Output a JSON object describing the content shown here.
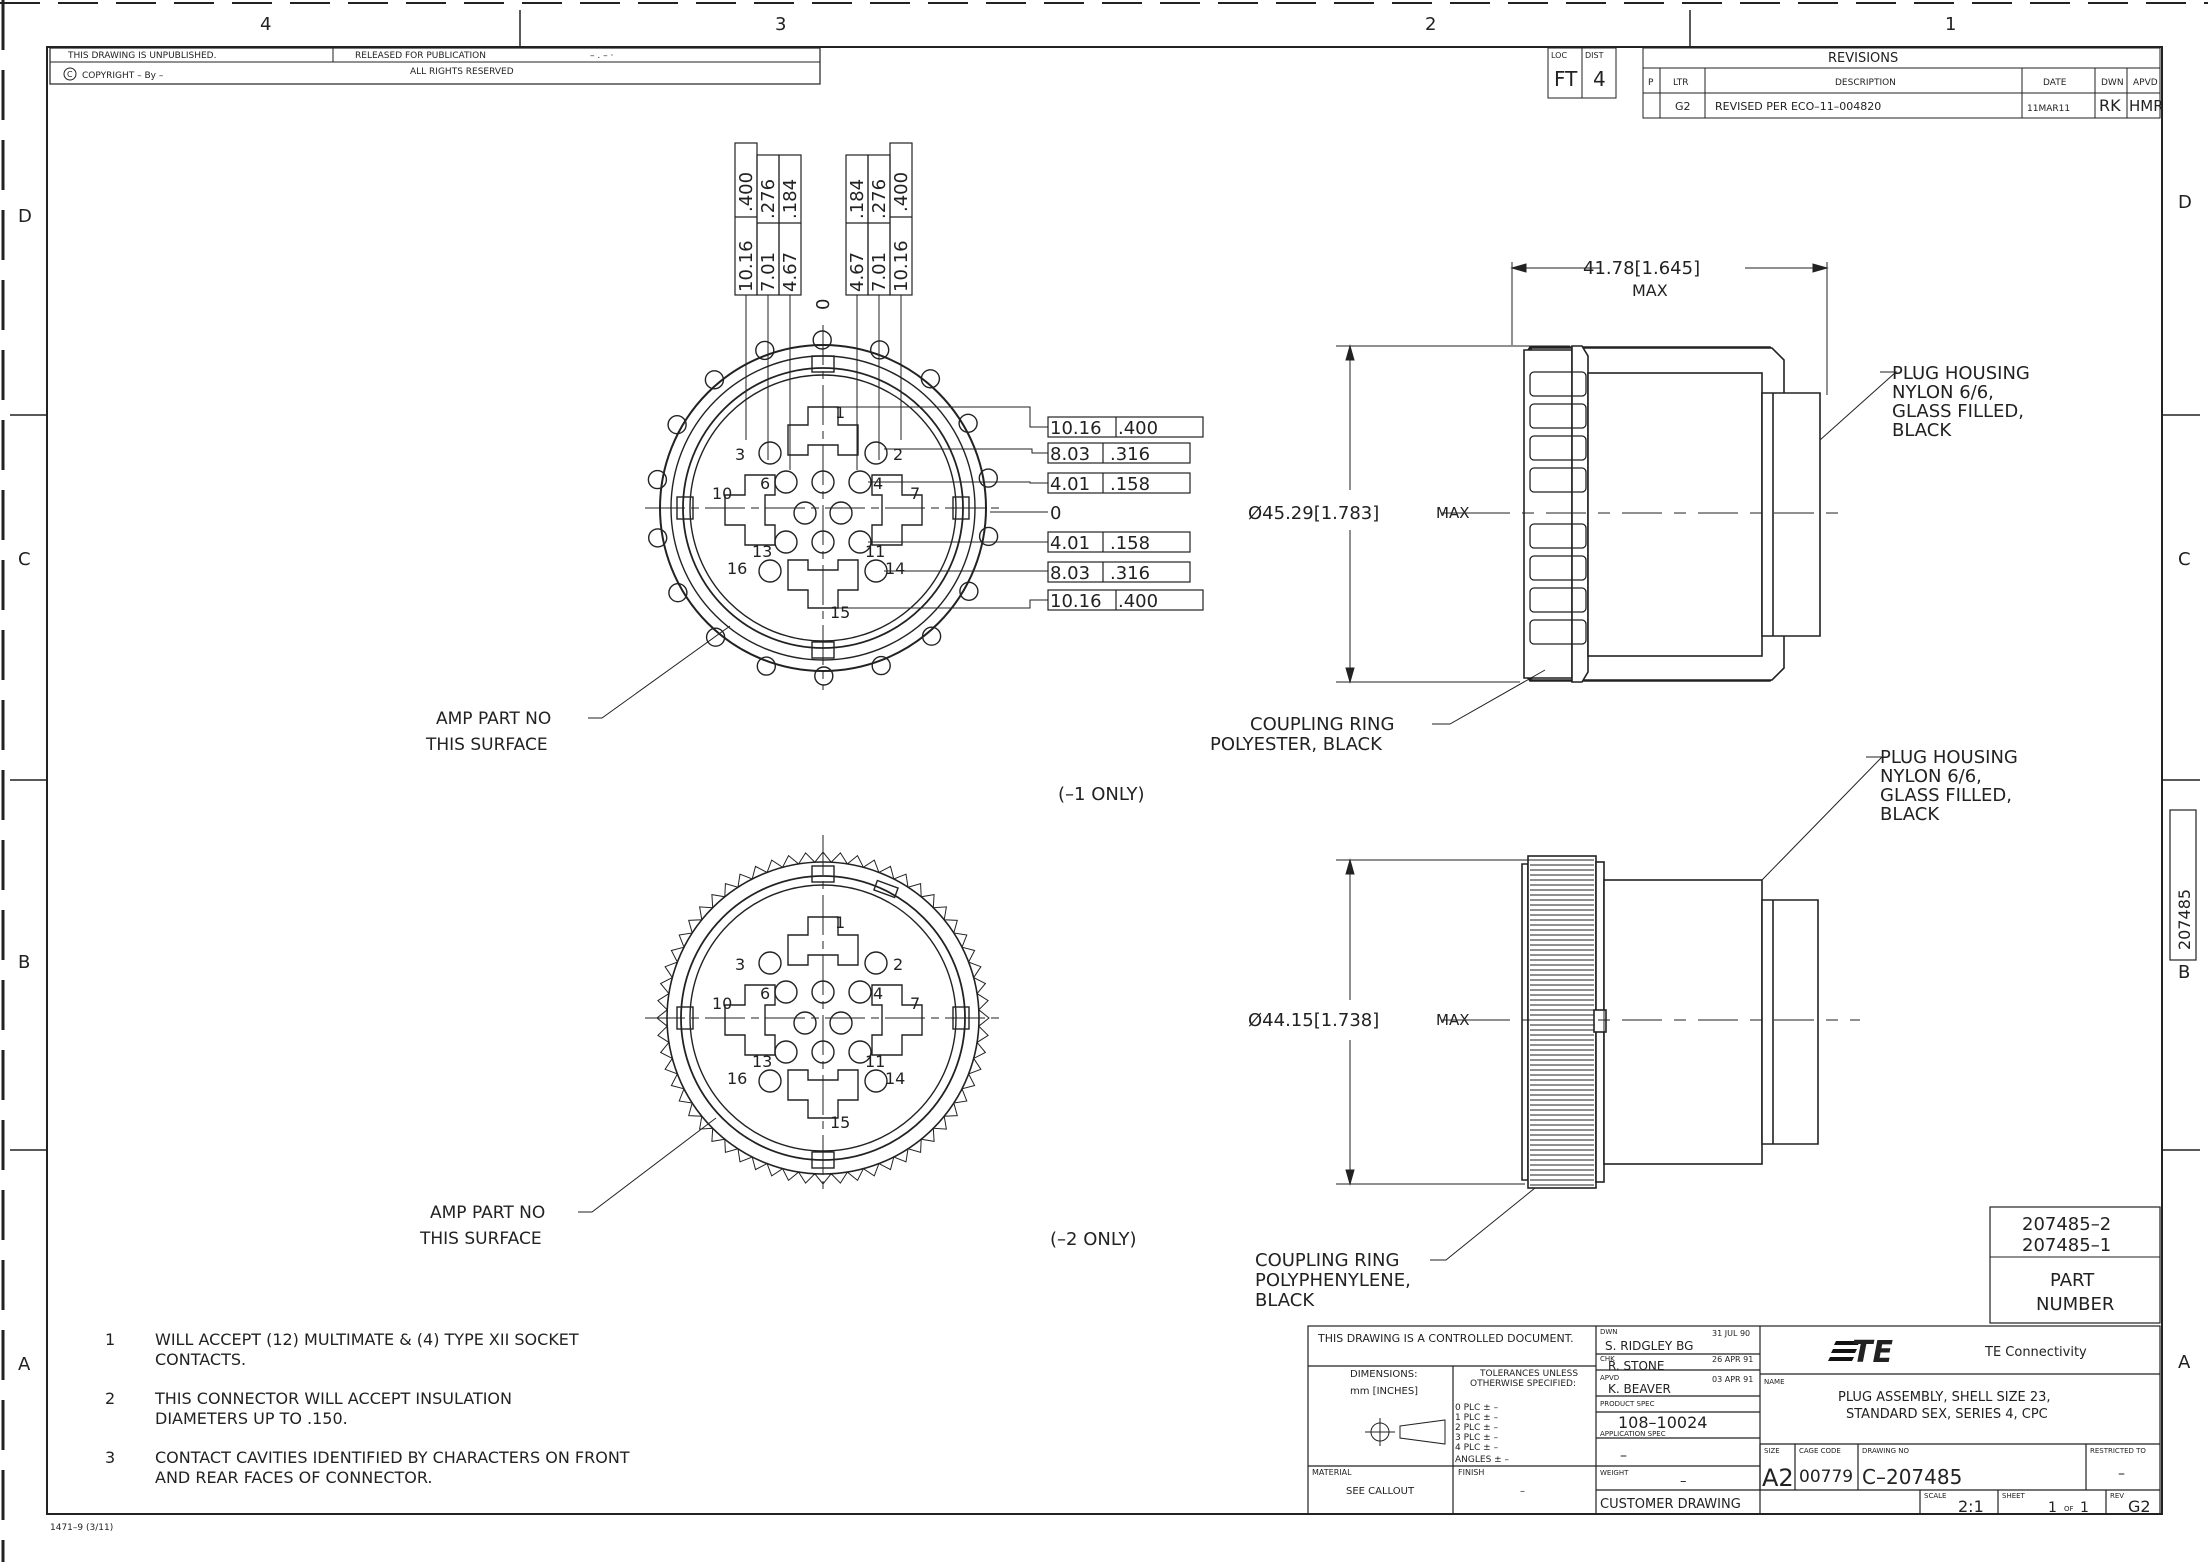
{
  "zones": {
    "cols": [
      "4",
      "3",
      "2",
      "1"
    ],
    "rows": [
      "D",
      "C",
      "B",
      "A"
    ]
  },
  "header": {
    "unpublished": "THIS DRAWING IS UNPUBLISHED.",
    "copyright": "COPYRIGHT  –   By –",
    "released": "RELEASED FOR PUBLICATION",
    "release_value": "– . –  ·",
    "rights": "ALL RIGHTS RESERVED"
  },
  "loc_dist": {
    "loc_label": "LOC",
    "loc_value": "FT",
    "dist_label": "DIST",
    "dist_value": "4"
  },
  "revisions": {
    "title": "REVISIONS",
    "col_p": "P",
    "col_ltr": "LTR",
    "col_desc": "DESCRIPTION",
    "col_date": "DATE",
    "col_dwn": "DWN",
    "col_apvd": "APVD",
    "row": {
      "ltr": "G2",
      "desc": "REVISED PER ECO–11–004820",
      "date": "11MAR11",
      "dwn": "RK",
      "apvd": "HMR"
    }
  },
  "view1": {
    "top_dims_left": [
      "10.16",
      ".400",
      "7.01",
      ".276",
      "4.67",
      ".184"
    ],
    "top_dims_right": [
      "4.67",
      ".184",
      "7.01",
      ".276",
      "10.16",
      ".400"
    ],
    "zero": "0",
    "right_dims": [
      {
        "mm": "10.16",
        "in": ".400"
      },
      {
        "mm": "8.03",
        "in": ".316"
      },
      {
        "mm": "4.01",
        "in": ".158"
      },
      {
        "mm": "4.01",
        "in": ".158"
      },
      {
        "mm": "8.03",
        "in": ".316"
      },
      {
        "mm": "10.16",
        "in": ".400"
      }
    ],
    "cavities": [
      "1",
      "2",
      "3",
      "4",
      "6",
      "7",
      "10",
      "11",
      "13",
      "14",
      "15",
      "16"
    ],
    "amp_part": [
      "AMP PART NO",
      "THIS SURFACE"
    ],
    "only": "(–1 ONLY)"
  },
  "side1": {
    "width_dim": "41.78[1.645]",
    "width_max": "MAX",
    "dia_dim": "Ø45.29[1.783]",
    "dia_max": "MAX",
    "plug_housing": [
      "PLUG HOUSING",
      "NYLON 6/6,",
      "GLASS FILLED,",
      "BLACK"
    ],
    "coupling_ring": [
      "COUPLING RING",
      "POLYESTER, BLACK"
    ]
  },
  "view2": {
    "cavities": [
      "1",
      "2",
      "3",
      "4",
      "6",
      "7",
      "10",
      "11",
      "13",
      "14",
      "15",
      "16"
    ],
    "amp_part": [
      "AMP PART NO",
      "THIS SURFACE"
    ],
    "only": "(–2 ONLY)"
  },
  "side2": {
    "dia_dim": "Ø44.15[1.738]",
    "dia_max": "MAX",
    "plug_housing": [
      "PLUG HOUSING",
      "NYLON 6/6,",
      "GLASS FILLED,",
      "BLACK"
    ],
    "coupling_ring": [
      "COUPLING RING",
      "POLYPHENYLENE,",
      "BLACK"
    ]
  },
  "side_tab": "207485",
  "part_numbers": {
    "list": [
      "207485–2",
      "207485–1"
    ],
    "label": [
      "PART",
      "NUMBER"
    ]
  },
  "notes": [
    {
      "num": "1",
      "lines": [
        "WILL ACCEPT (12) MULTIMATE & (4) TYPE XII SOCKET",
        "CONTACTS."
      ]
    },
    {
      "num": "2",
      "lines": [
        "THIS CONNECTOR WILL ACCEPT INSULATION",
        "DIAMETERS UP TO .150."
      ]
    },
    {
      "num": "3",
      "lines": [
        "CONTACT CAVITIES IDENTIFIED BY CHARACTERS ON FRONT",
        "AND REAR FACES OF CONNECTOR."
      ]
    }
  ],
  "form_no": "1471–9 (3/11)",
  "title_block": {
    "controlled": "THIS DRAWING IS A CONTROLLED DOCUMENT.",
    "dimensions_label": "DIMENSIONS:",
    "dimensions_value": "mm [INCHES]",
    "tolerances": [
      "TOLERANCES UNLESS",
      "OTHERWISE SPECIFIED:"
    ],
    "tol_rows": [
      "0 PLC   ± –",
      "1 PLC   ± –",
      "2 PLC   ± –",
      "3 PLC   ± –",
      "4 PLC   ± –",
      "ANGLES  ± –"
    ],
    "material_label": "MATERIAL",
    "material_value": "SEE CALLOUT",
    "finish_label": "FINISH",
    "finish_value": "–",
    "dwn_label": "DWN",
    "dwn_name": "S. RIDGLEY BG",
    "dwn_date": "31 JUL 90",
    "chk_label": "CHK",
    "chk_name": "R. STONE",
    "chk_date": "26 APR 91",
    "apvd_label": "APVD",
    "apvd_name": "K. BEAVER",
    "apvd_date": "03 APR 91",
    "product_spec_label": "PRODUCT SPEC",
    "product_spec": "108–10024",
    "application_spec_label": "APPLICATION SPEC",
    "application_spec": "–",
    "weight_label": "WEIGHT",
    "weight_value": "–",
    "customer_drawing": "CUSTOMER DRAWING",
    "logo_text": "TE",
    "company": "TE Connectivity",
    "name_label": "NAME",
    "name_lines": [
      "PLUG ASSEMBLY, SHELL SIZE 23,",
      "STANDARD SEX, SERIES 4, CPC"
    ],
    "size_label": "SIZE",
    "size_value": "A2",
    "cage_label": "CAGE CODE",
    "cage_value": "00779",
    "drawing_no_label": "DRAWING NO",
    "drawing_no": "C–207485",
    "restricted_label": "RESTRICTED TO",
    "restricted_value": "–",
    "scale_label": "SCALE",
    "scale_value": "2:1",
    "sheet_label": "SHEET",
    "sheet_value": "1",
    "sheet_of": "OF",
    "sheet_total": "1",
    "rev_label": "REV",
    "rev_value": "G2"
  }
}
